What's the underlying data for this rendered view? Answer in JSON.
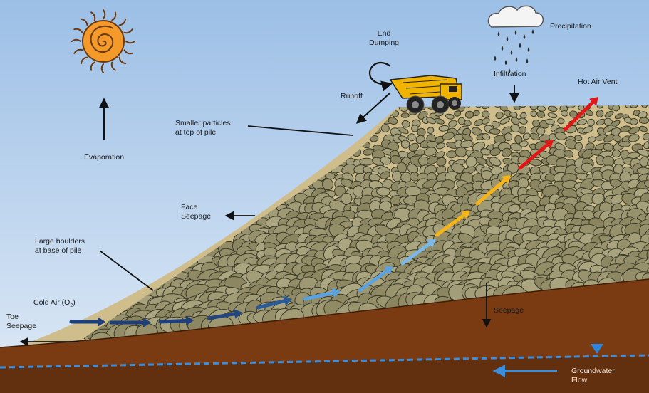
{
  "labels": {
    "end_dumping_line1": "End",
    "end_dumping_line2": "Dumping",
    "precipitation": "Precipitation",
    "infiltration": "Infiltration",
    "runoff": "Runoff",
    "hot_air_vent": "Hot Air Vent",
    "smaller_particles_line1": "Smaller particles",
    "smaller_particles_line2": "at top of pile",
    "evaporation": "Evaporation",
    "face_seepage_line1": "Face",
    "face_seepage_line2": "Seepage",
    "large_boulders_line1": "Large boulders",
    "large_boulders_line2": "at base of pile",
    "cold_air_prefix": "Cold Air (O",
    "cold_air_sub": "2",
    "cold_air_suffix": ")",
    "toe_seepage_line1": "Toe",
    "toe_seepage_line2": "Seepage",
    "seepage": "Seepage",
    "groundwater_line1": "Groundwater",
    "groundwater_line2": "Flow"
  },
  "icons": [
    "sun-icon",
    "rain-cloud-icon",
    "haul-truck-icon",
    "water-table-marker-icon"
  ],
  "colors": {
    "sky_top": "#9fc0e6",
    "sky_bottom": "#dce8f6",
    "sand": "#cdbb88",
    "soil": "#7a3a12",
    "soil_dark": "#5a2a0c",
    "rock": "#8f8a62",
    "rock_outline": "#3a3a2a",
    "cold_air": "#1f3f7a",
    "cool_air": "#5aa2e0",
    "warm_air": "#f5b418",
    "hot_air": "#e01818",
    "groundwater": "#3a8ee0",
    "sun": "#f49a2a"
  }
}
